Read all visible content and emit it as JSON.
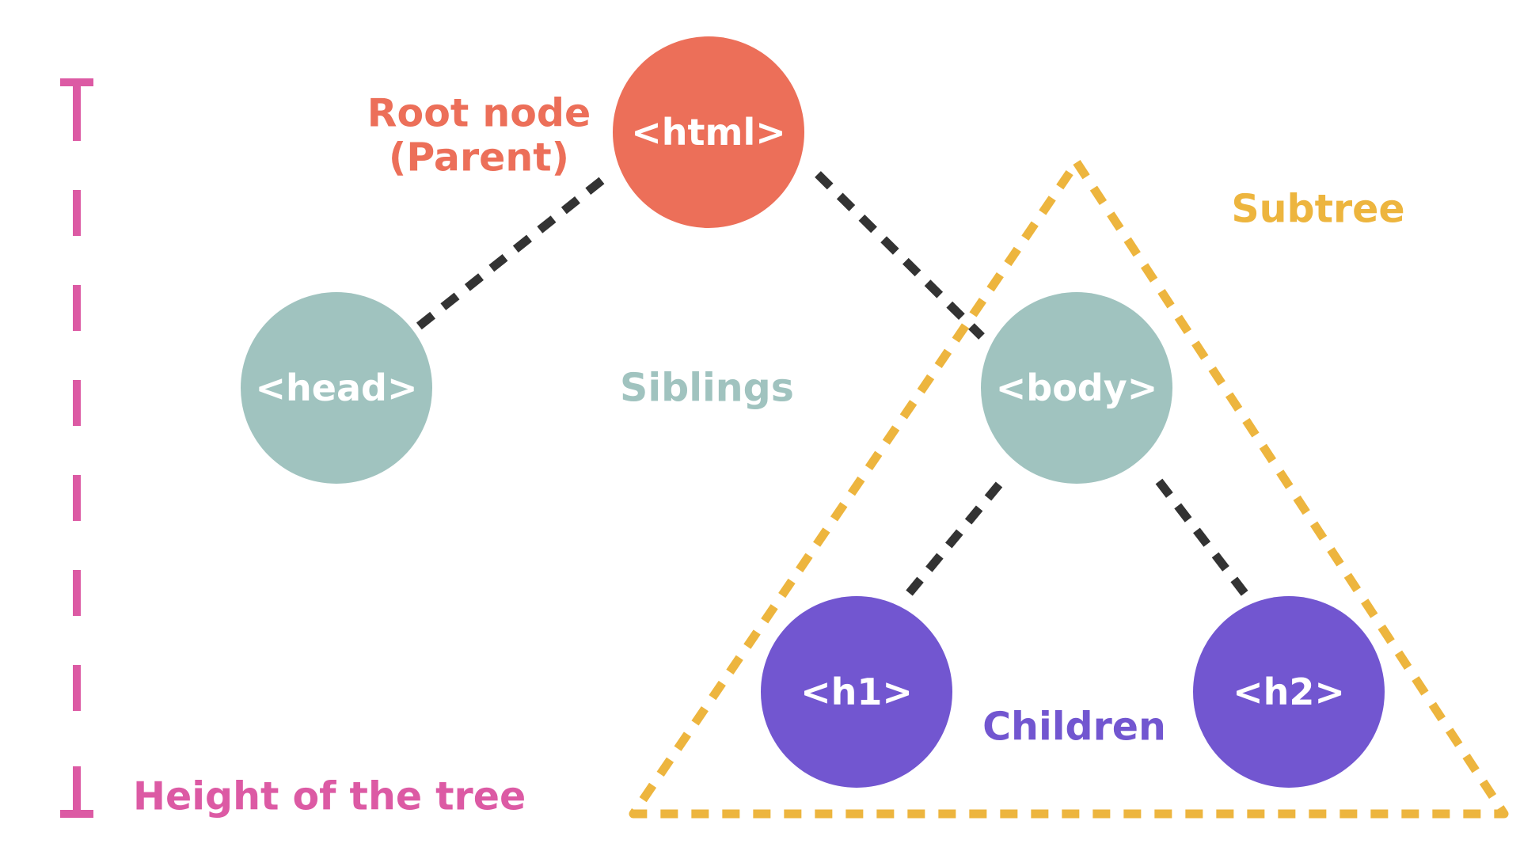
{
  "nodes": {
    "html": {
      "label": "<html>"
    },
    "head": {
      "label": "<head>"
    },
    "body": {
      "label": "<body>"
    },
    "h1": {
      "label": "<h1>"
    },
    "h2": {
      "label": "<h2>"
    }
  },
  "annotations": {
    "root_line1": "Root node",
    "root_line2": "(Parent)",
    "siblings": "Siblings",
    "subtree": "Subtree",
    "children": "Children",
    "height": "Height of the tree"
  },
  "colors": {
    "root": "#EC6F59",
    "sibling": "#A0C3BF",
    "child": "#7256D0",
    "subtree": "#EDB53E",
    "height": "#DC5AA4",
    "edge": "#333333"
  }
}
